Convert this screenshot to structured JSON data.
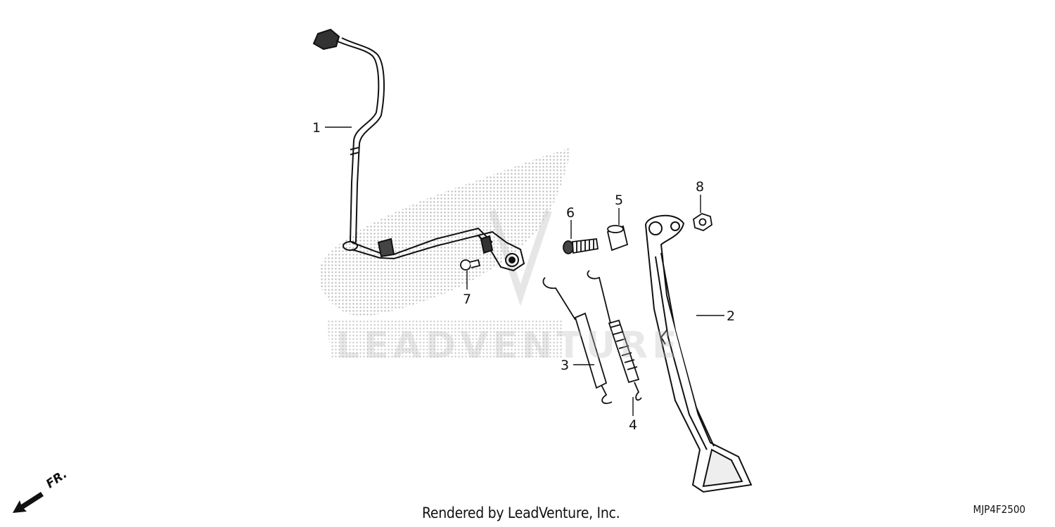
{
  "diagram": {
    "callouts": [
      {
        "id": "1",
        "label": "1"
      },
      {
        "id": "2",
        "label": "2"
      },
      {
        "id": "3",
        "label": "3"
      },
      {
        "id": "4",
        "label": "4"
      },
      {
        "id": "5",
        "label": "5"
      },
      {
        "id": "6",
        "label": "6"
      },
      {
        "id": "7",
        "label": "7"
      },
      {
        "id": "8",
        "label": "8"
      }
    ],
    "footer": {
      "rendered_by": "Rendered by LeadVenture, Inc.",
      "diagram_code": "MJP4F2500"
    },
    "direction_indicator": {
      "label": "FR.",
      "icon": "front-arrow-icon"
    },
    "watermark": {
      "brand_text": "LEADVENTURE",
      "icon": "honda-wing-watermark-icon"
    },
    "colors": {
      "line": "#111111",
      "watermark_dots": "#bdbdbd"
    }
  }
}
